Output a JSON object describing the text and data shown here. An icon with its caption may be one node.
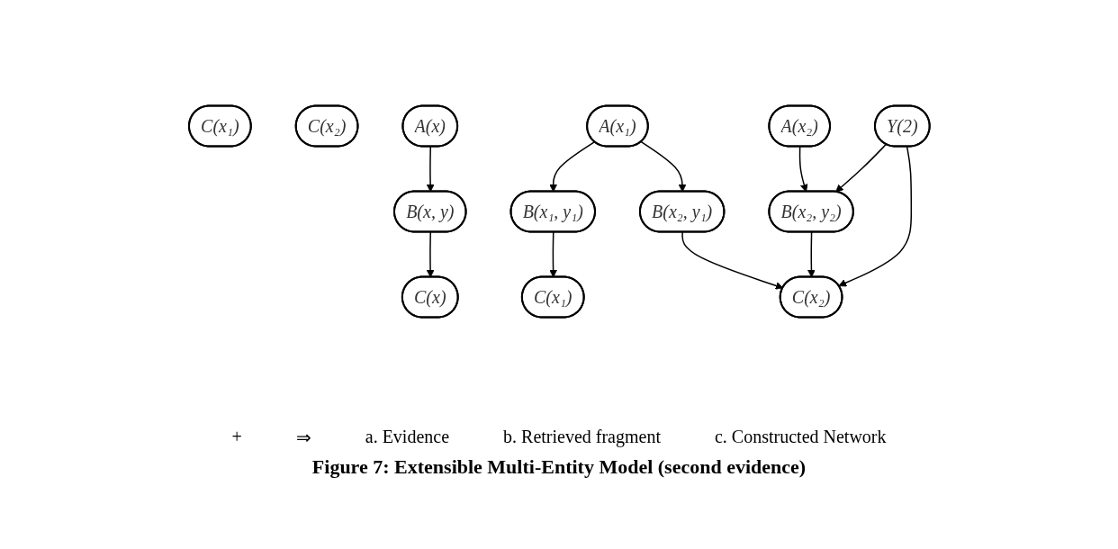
{
  "diagram": {
    "caption": "Figure 7: Extensible Multi-Entity Model (second evidence)",
    "nodes": [
      {
        "text": [
          "C(x₁)"
        ]
      },
      {
        "text": [
          "C(x₂)"
        ]
      },
      {
        "text": [
          "A(x)"
        ]
      },
      {
        "text": [
          "B(x, y)"
        ]
      },
      {
        "text": [
          "C(x)"
        ]
      },
      {
        "text": [
          "A(x₁)"
        ]
      },
      {
        "text": [
          "A(x₂)"
        ]
      },
      {
        "text": [
          "B(x₁, y₁)"
        ]
      },
      {
        "text": [
          "B(x₂, y₁)"
        ]
      },
      {
        "text": [
          "B(x₂, y₂)"
        ]
      },
      {
        "text": [
          "Y(2)"
        ]
      },
      {
        "text": [
          "C(x₁)"
        ]
      },
      {
        "text": [
          "C(x₂)"
        ]
      }
    ],
    "edges": [
      {
        "from": 2,
        "to": 3,
        "arrow": "to"
      },
      {
        "from": 3,
        "to": 4,
        "arrow": "to"
      },
      {
        "from": 5,
        "to": 7,
        "arrow": "to"
      },
      {
        "from": 5,
        "to": 8,
        "arrow": "to"
      },
      {
        "from": 6,
        "to": 9,
        "arrow": "to"
      },
      {
        "from": 10,
        "to": 9,
        "arrow": "to"
      },
      {
        "from": 7,
        "to": 11,
        "arrow": "to"
      },
      {
        "from": 8,
        "to": 12,
        "arrow": "to"
      },
      {
        "from": 9,
        "to": 12,
        "arrow": "to"
      },
      {
        "from": 10,
        "to": 12,
        "arrow": "to"
      }
    ],
    "labels": [
      "+",
      "⇒",
      "a. Evidence",
      "b. Retrieved fragment",
      "c. Constructed Network"
    ]
  }
}
